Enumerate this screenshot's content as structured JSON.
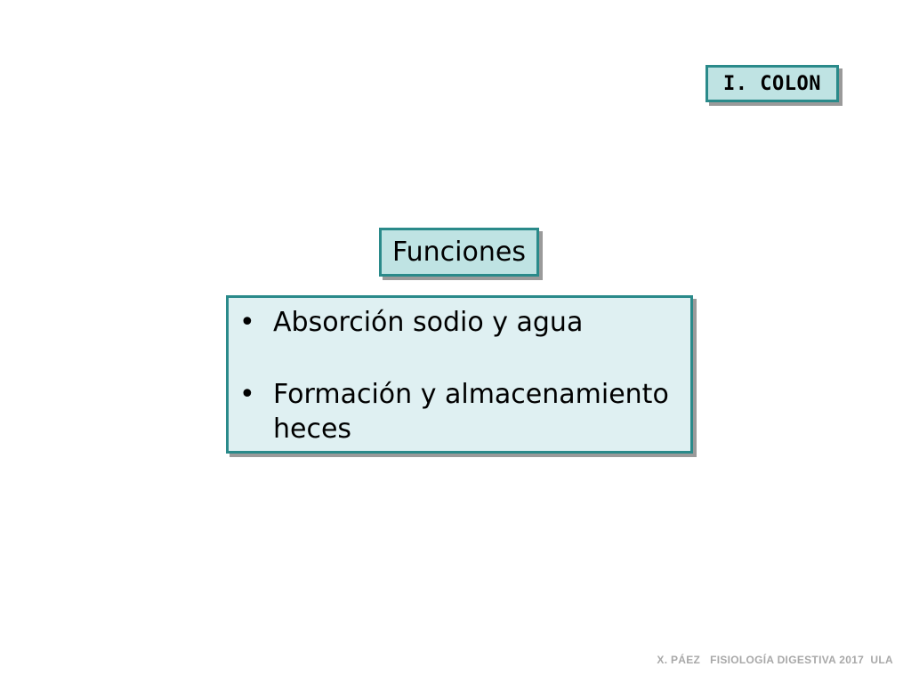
{
  "slide": {
    "section_tag": "I. COLON",
    "functions_title": "Funciones",
    "functions": [
      {
        "bullet": "•",
        "text": "Absorción sodio y agua"
      },
      {
        "bullet": "•",
        "text": "Formación y almacenamiento heces"
      }
    ],
    "footer": "X. PÁEZ   FISIOLOGÍA DIGESTIVA 2017  ULA"
  },
  "colors": {
    "box_border": "#2a8a8a",
    "tag_fill": "#bfe3e3",
    "list_fill": "#dff0f2",
    "shadow": "#9a9a9a",
    "footer_text": "#a8a8a8"
  }
}
